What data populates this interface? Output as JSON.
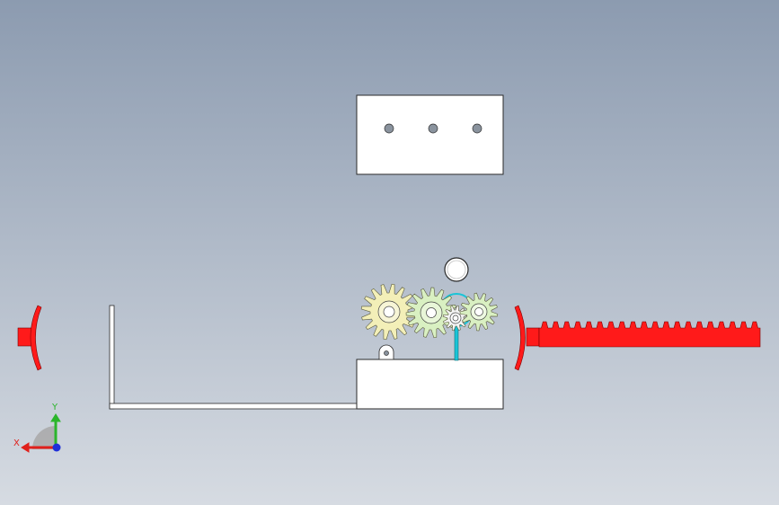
{
  "scene": {
    "background_top": "#8c9bb0",
    "background_bottom": "#d6dbe2",
    "part_fill": "#ffffff",
    "part_stroke": "#2a2a2a",
    "rack_color": "#ff1a1a",
    "gear_pale_yellow": "#f3efb8",
    "gear_pale_green": "#d9f0c2",
    "shaft_color": "#19c4d6",
    "hole_color": "#8a939e",
    "gear_count": 4,
    "plate_hole_count": 3,
    "rack_tooth_count": 20
  },
  "triad": {
    "x_label": "X",
    "y_label": "Y",
    "x_color": "#e0201b",
    "y_color": "#2bb52b",
    "z_color": "#1f2fd8"
  }
}
